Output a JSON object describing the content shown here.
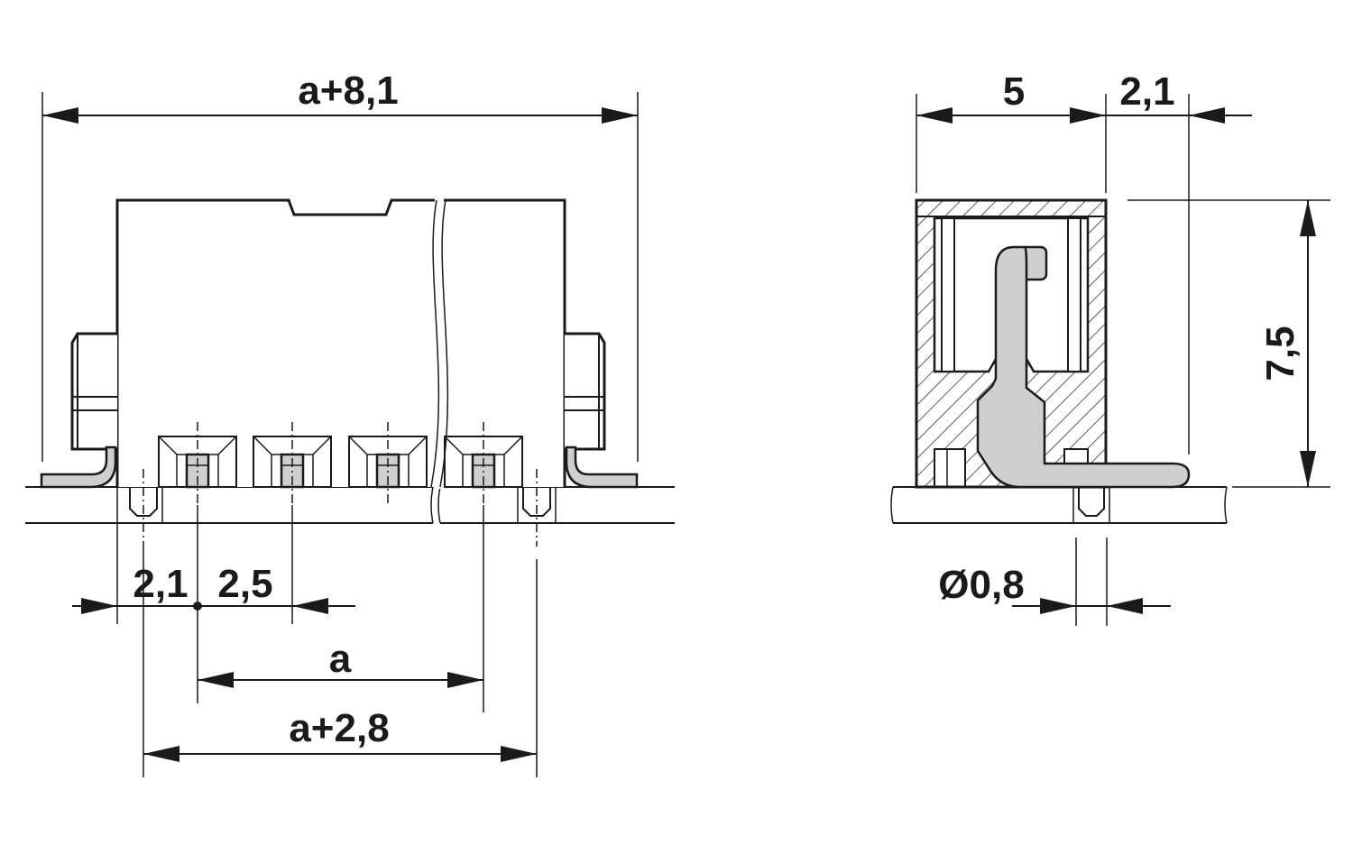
{
  "front_view": {
    "dim_overall_width": "a+8,1",
    "dim_edge_offset": "2,1",
    "dim_pin_pitch": "2,5",
    "dim_pin_span": "a",
    "dim_mount_span": "a+2,8"
  },
  "side_view": {
    "dim_depth": "5",
    "dim_pin_overhang": "2,1",
    "dim_height": "7,5",
    "dim_peg_diameter": "Ø0,8"
  }
}
